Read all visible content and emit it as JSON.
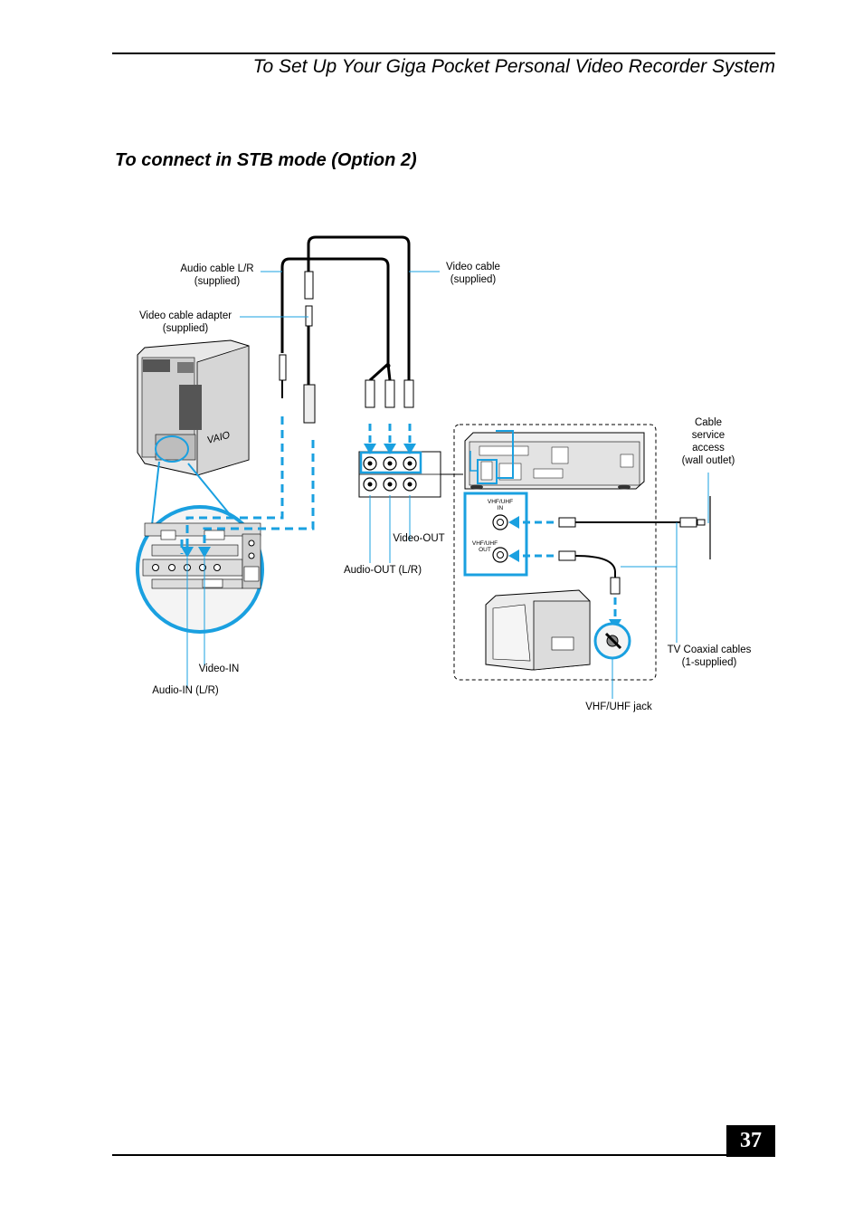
{
  "header": {
    "title": "To Set Up Your Giga Pocket Personal Video Recorder System"
  },
  "section": {
    "title": "To connect in STB mode (Option 2)"
  },
  "labels": {
    "audio_cable": "Audio cable L/R\n(supplied)",
    "video_cable": "Video cable\n(supplied)",
    "video_cable_adapter": "Video cable adapter\n(supplied)",
    "cable_service": "Cable\nservice\naccess\n(wall outlet)",
    "video_out": "Video-OUT",
    "audio_out": "Audio-OUT (L/R)",
    "video_in": "Video-IN",
    "audio_in": "Audio-IN (L/R)",
    "tv_coaxial": "TV Coaxial cables\n(1-supplied)",
    "vhf_uhf_jack": "VHF/UHF jack",
    "vhf_uhf_in": "VHF/UHF\nIN",
    "vhf_uhf_out": "VHF/UHF\nOUT"
  },
  "footer": {
    "page_number": "37"
  },
  "colors": {
    "accent": "#1aa0e0",
    "line": "#000000"
  }
}
